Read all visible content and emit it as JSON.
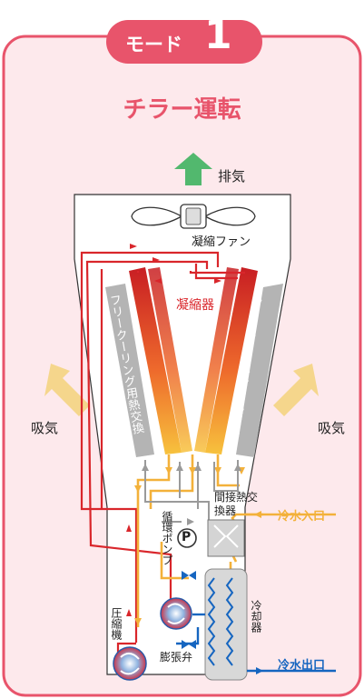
{
  "mode": {
    "label": "モード",
    "number": "1"
  },
  "title": "チラー運転",
  "labels": {
    "exhaust": "排気",
    "condenser_fan": "凝縮ファン",
    "condenser": "凝縮器",
    "free_cooling_hx": "フリークーリング用熱交換",
    "intake_left": "吸気",
    "intake_right": "吸気",
    "indirect_hx": "間接熱交換器",
    "circ_pump": "循環ポンプ",
    "pump_symbol": "P",
    "chilled_water_in": "冷水入口",
    "chilled_water_out": "冷水出口",
    "evaporator": "冷却器",
    "compressor": "圧縮機",
    "expansion_valve": "膨張弁"
  },
  "colors": {
    "accent": "#e8546b",
    "frame_bg": "#fde9ec",
    "hot_line": "#d9262b",
    "warm_line": "#f3b13a",
    "cool_line": "#1565c0",
    "exhaust_arrow": "#52b86e",
    "intake_arrow": "#f5d68c"
  }
}
